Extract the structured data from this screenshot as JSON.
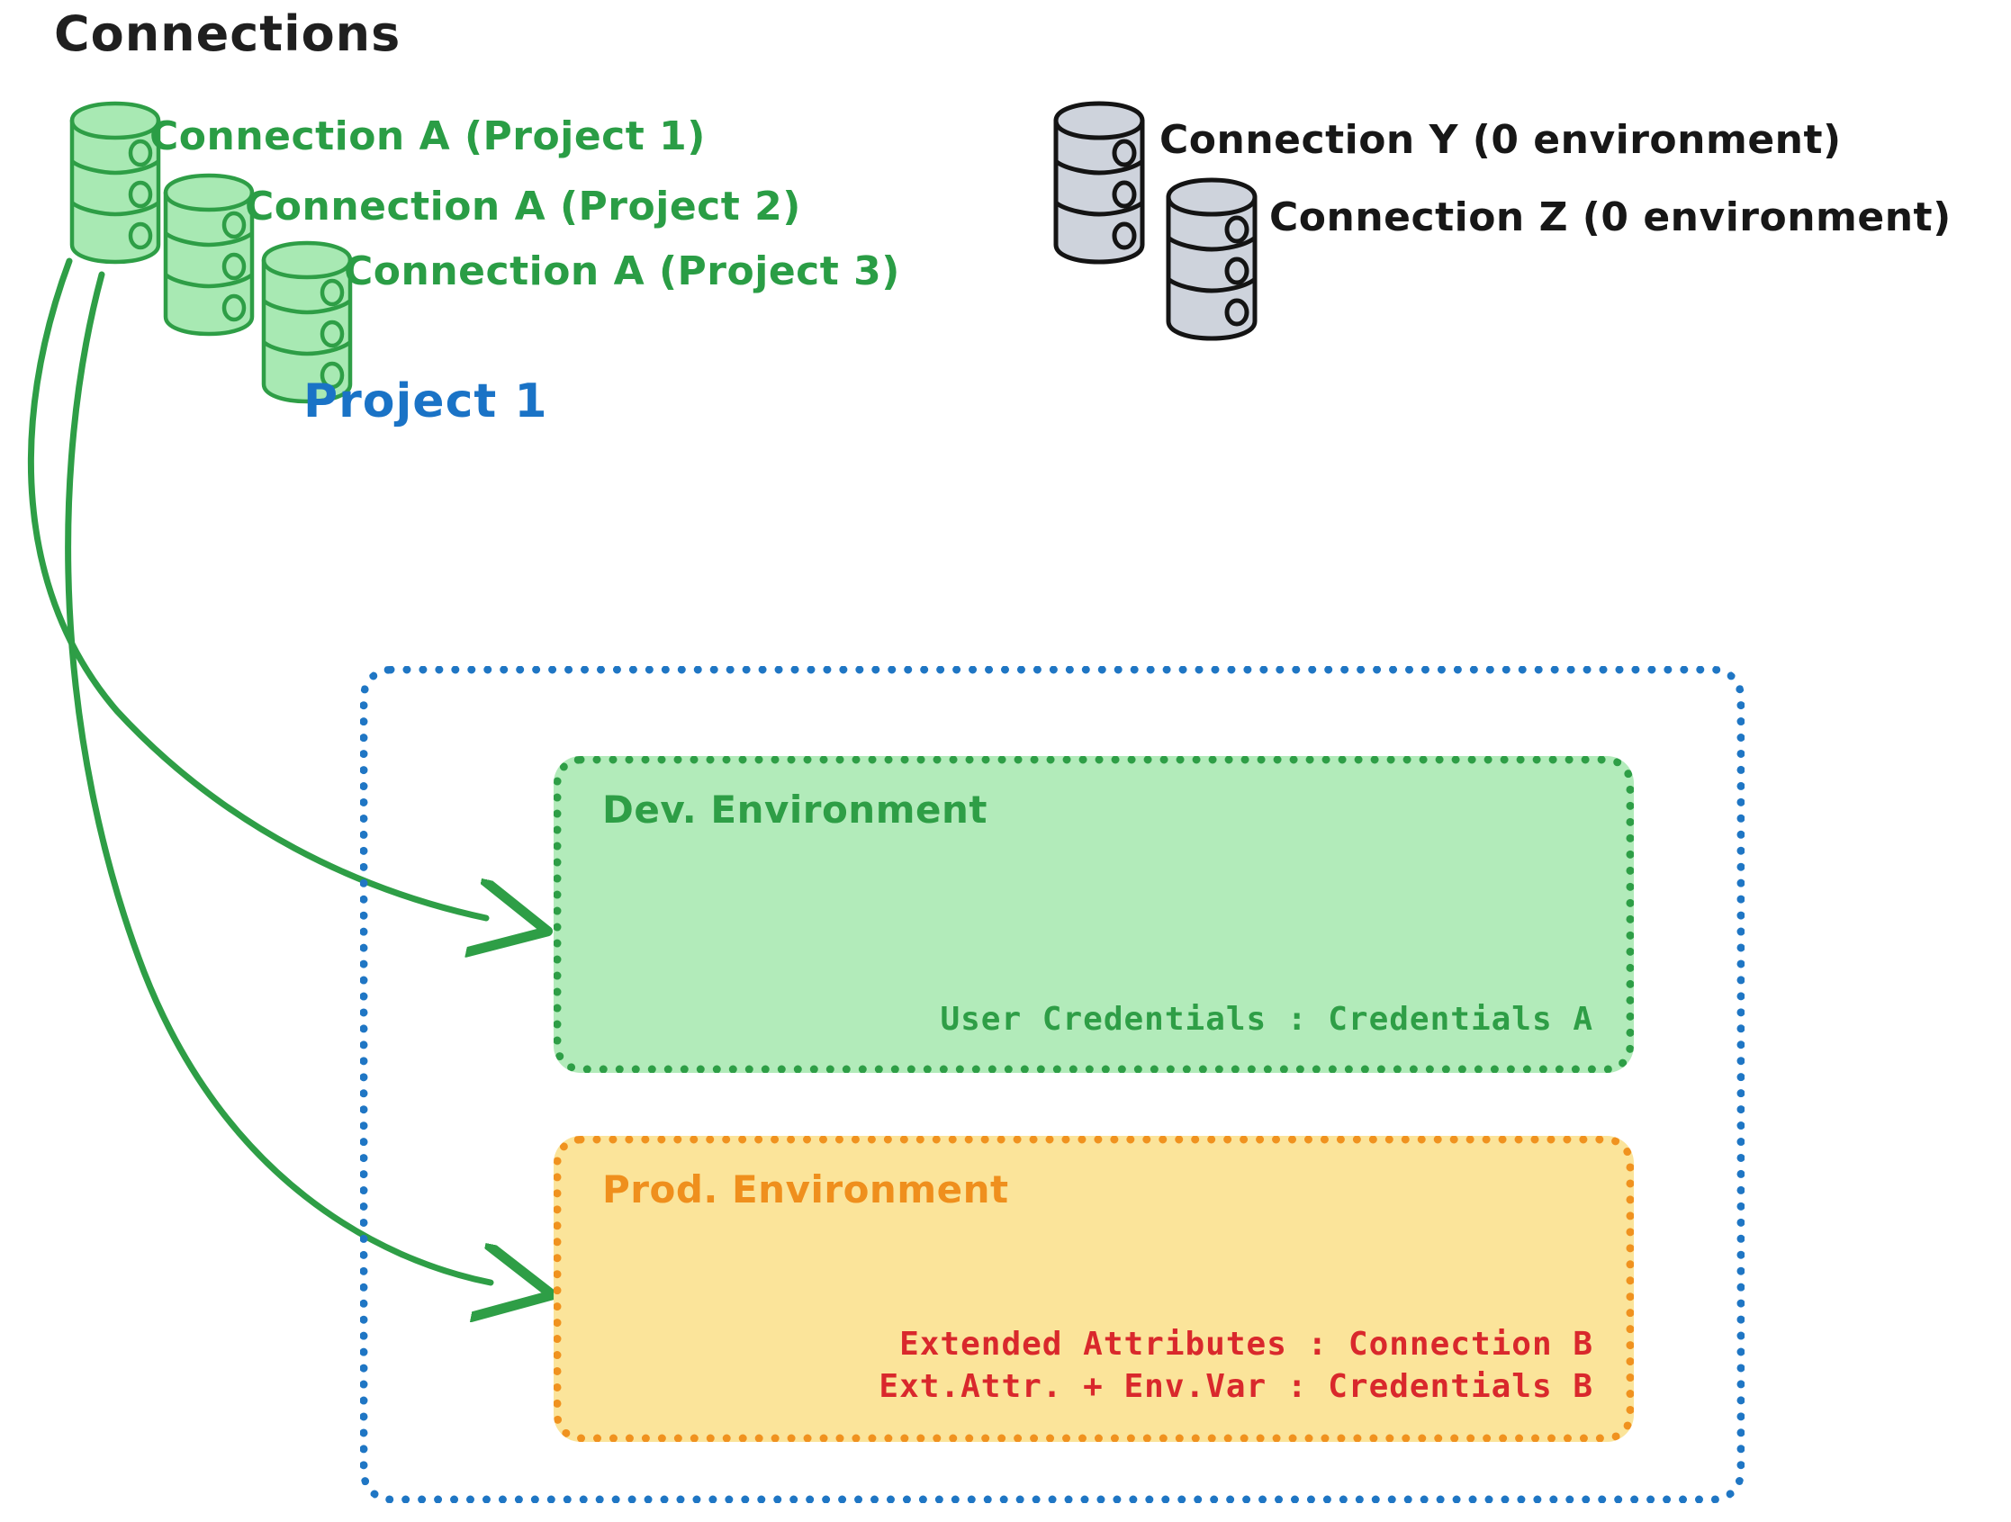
{
  "diagram": {
    "title": "Connections",
    "project_title": "Project 1",
    "colors": {
      "green_stroke": "#2e9e46",
      "green_fill": "#b2ebba",
      "blue": "#1f76c4",
      "orange": "#f0921f",
      "yellow_fill": "#fbe49a",
      "red": "#d9282c",
      "gray_fill": "#ced3dc",
      "black": "#1f1f1f"
    }
  },
  "connections": {
    "green": [
      {
        "label": "Connection A (Project 1)",
        "icon": "database-icon"
      },
      {
        "label": "Connection A (Project 2)",
        "icon": "database-icon"
      },
      {
        "label": "Connection A (Project 3)",
        "icon": "database-icon"
      }
    ],
    "gray": [
      {
        "label": "Connection Y (0 environment)",
        "icon": "database-icon"
      },
      {
        "label": "Connection Z (0 environment)",
        "icon": "database-icon"
      }
    ]
  },
  "project": {
    "title": "Project 1",
    "environments": [
      {
        "name": "Dev. Environment",
        "lines": [
          "User Credentials : Credentials A"
        ]
      },
      {
        "name": "Prod. Environment",
        "lines": [
          "Extended Attributes : Connection B",
          "Ext.Attr. + Env.Var : Credentials B"
        ]
      }
    ]
  }
}
